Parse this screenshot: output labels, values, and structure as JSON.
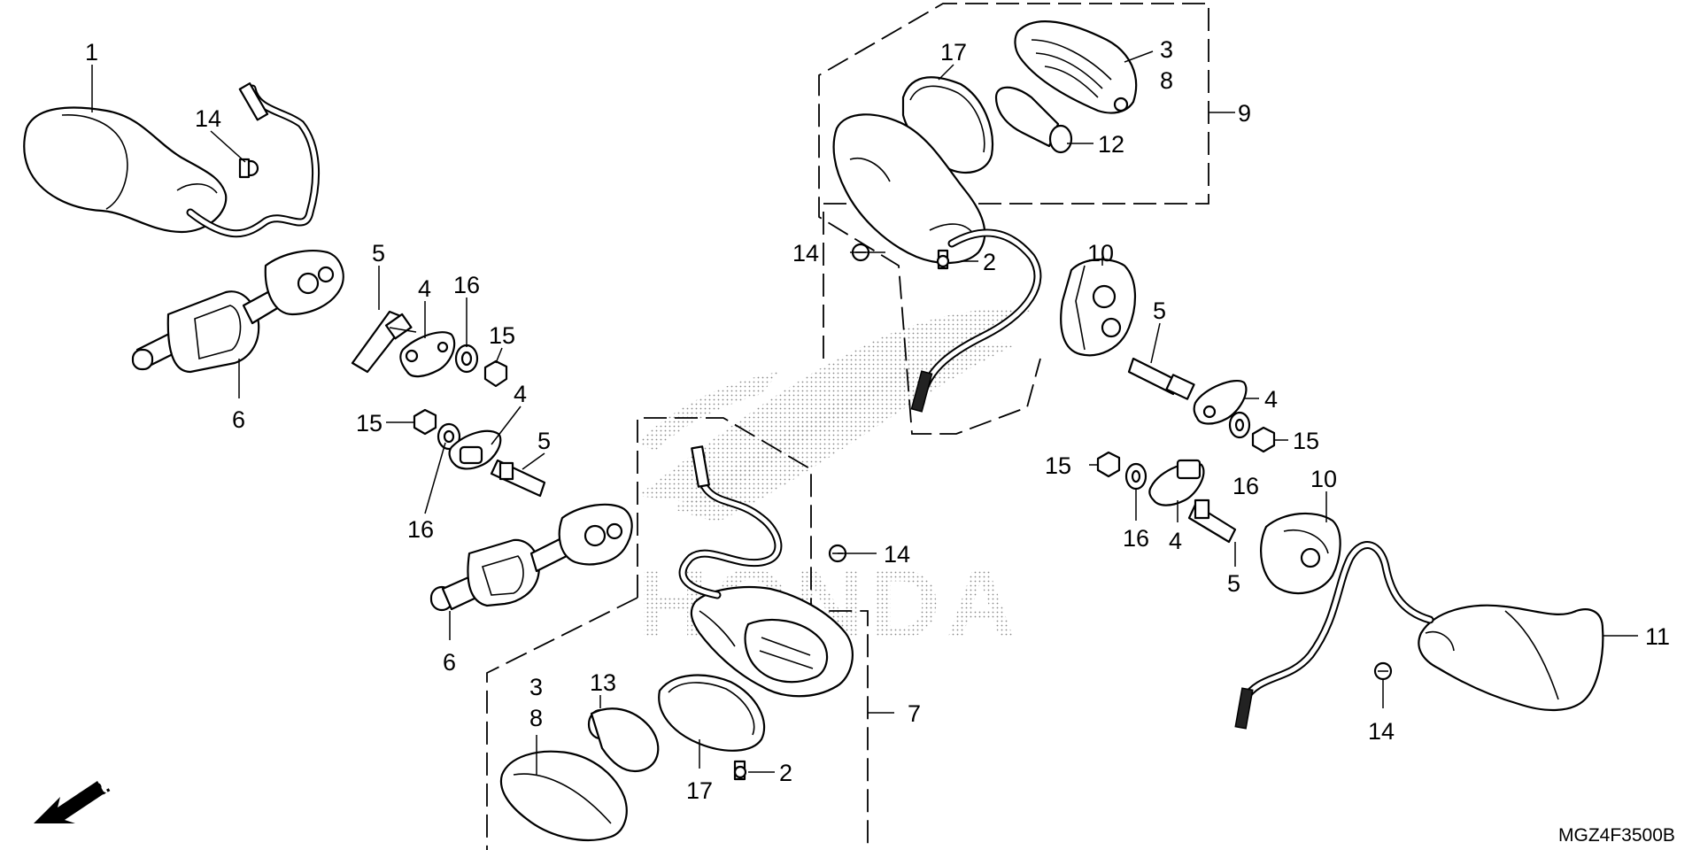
{
  "diagram_code": "MGZ4F3500B",
  "direction_label": "FR.",
  "brand_watermark": "HONDA",
  "callouts": {
    "c1": "1",
    "c2a": "2",
    "c2b": "2",
    "c3a": "3",
    "c3b": "3",
    "c4a": "4",
    "c4b": "4",
    "c4c": "4",
    "c4d": "4",
    "c5a": "5",
    "c5b": "5",
    "c5c": "5",
    "c5d": "5",
    "c6a": "6",
    "c6b": "6",
    "c7": "7",
    "c8a": "8",
    "c8b": "8",
    "c9": "9",
    "c10a": "10",
    "c10b": "10",
    "c11": "11",
    "c12": "12",
    "c13": "13",
    "c14a": "14",
    "c14b": "14",
    "c14c": "14",
    "c14d": "14",
    "c15a": "15",
    "c15b": "15",
    "c15c": "15",
    "c15d": "15",
    "c16a": "16",
    "c16b": "16",
    "c16c": "16",
    "c16d": "16",
    "c17a": "17",
    "c17b": "17"
  }
}
